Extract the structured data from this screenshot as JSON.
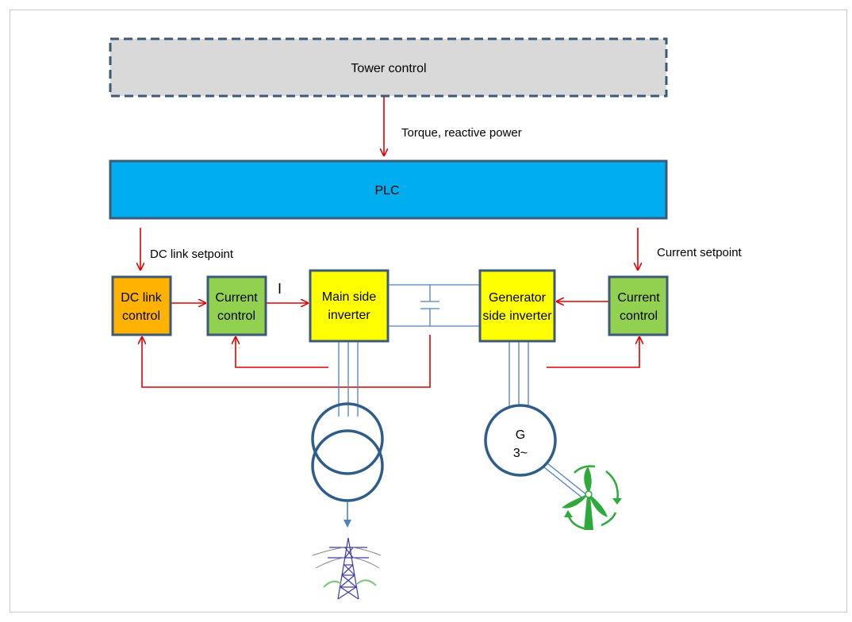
{
  "diagram": {
    "tower_control": {
      "label": "Tower control"
    },
    "plc": {
      "label": "PLC"
    },
    "torque_label": "Torque, reactive power",
    "dc_link_setpoint_label": "DC link setpoint",
    "current_setpoint_label": "Current setpoint",
    "dc_link_control": {
      "line1": "DC link",
      "line2": "control"
    },
    "current_control_left": {
      "line1": "Current",
      "line2": "control"
    },
    "main_side_inverter": {
      "line1": "Main side",
      "line2": "inverter"
    },
    "generator_side_inverter": {
      "line1": "Generator",
      "line2": "side inverter"
    },
    "current_control_right": {
      "line1": "Current",
      "line2": "control"
    },
    "current_marker": "I",
    "generator": {
      "line1": "G",
      "line2": "3~"
    }
  },
  "colors": {
    "tower_fill": "#d9d9d9",
    "block_border": "#3c5a78",
    "plc_fill": "#00aeef",
    "dc_link_fill": "#ffb300",
    "current_control_fill": "#92d050",
    "inverter_fill": "#ffff00",
    "signal_arrow": "#e00000",
    "power_line": "#4f81bd",
    "turbine": "#2eaa3a",
    "tower_lattice": "#3b3ba8"
  }
}
